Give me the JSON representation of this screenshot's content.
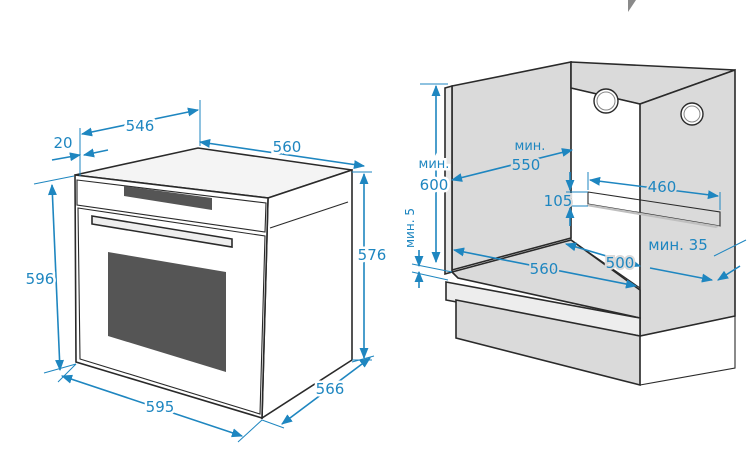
{
  "oven": {
    "depth_top": "546",
    "front_panel": "20",
    "width_top": "560",
    "height_body": "576",
    "height_total": "596",
    "width_front": "595",
    "depth_side": "566"
  },
  "cabinet": {
    "min_depth_label": "мин.",
    "min_depth": "550",
    "min_height_label": "мин.",
    "min_height": "600",
    "min_gap": "мин. 5",
    "opening_width": "460",
    "opening_height": "105",
    "inner_width": "560",
    "inner_depth": "500",
    "min_back": "мин. 35"
  },
  "colors": {
    "accent": "#1e86c0",
    "outline": "#2a2a2a",
    "cabinet_fill": "#dadada"
  }
}
